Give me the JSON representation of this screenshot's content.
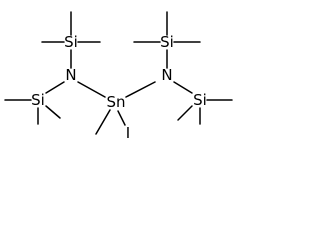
{
  "molecule": {
    "atoms": {
      "si_top_left": "Si",
      "si_mid_left": "Si",
      "n_left": "N",
      "sn_center": "Sn",
      "n_right": "N",
      "si_top_right": "Si",
      "si_mid_right": "Si",
      "iodine": "I"
    }
  },
  "colors": {
    "bond": "#000000",
    "label": "#000000",
    "background": "#ffffff"
  }
}
